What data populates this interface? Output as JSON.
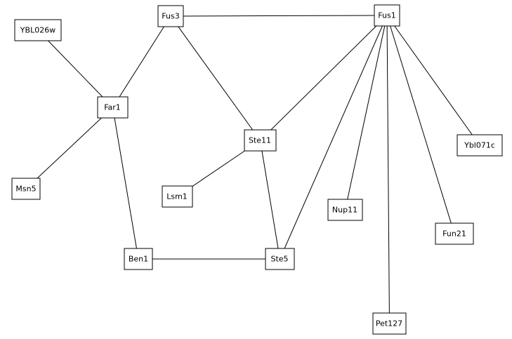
{
  "graph": {
    "nodes": [
      {
        "id": "fus3",
        "label": "Fus3"
      },
      {
        "id": "fus1",
        "label": "Fus1"
      },
      {
        "id": "ybl026w",
        "label": "YBL026w"
      },
      {
        "id": "far1",
        "label": "Far1"
      },
      {
        "id": "ste11",
        "label": "Ste11"
      },
      {
        "id": "ybl071c",
        "label": "Ybl071c"
      },
      {
        "id": "msn5",
        "label": "Msn5"
      },
      {
        "id": "lsm1",
        "label": "Lsm1"
      },
      {
        "id": "nup11",
        "label": "Nup11"
      },
      {
        "id": "fun21",
        "label": "Fun21"
      },
      {
        "id": "ben1",
        "label": "Ben1"
      },
      {
        "id": "ste5",
        "label": "Ste5"
      },
      {
        "id": "pet127",
        "label": "Pet127"
      }
    ],
    "edges": [
      [
        "fus3",
        "fus1"
      ],
      [
        "fus3",
        "far1"
      ],
      [
        "fus3",
        "ste11"
      ],
      [
        "ybl026w",
        "far1"
      ],
      [
        "far1",
        "msn5"
      ],
      [
        "far1",
        "ben1"
      ],
      [
        "fus1",
        "ste11"
      ],
      [
        "fus1",
        "ste5"
      ],
      [
        "fus1",
        "nup11"
      ],
      [
        "fus1",
        "pet127"
      ],
      [
        "fus1",
        "fun21"
      ],
      [
        "fus1",
        "ybl071c"
      ],
      [
        "ste11",
        "lsm1"
      ],
      [
        "ste11",
        "ste5"
      ],
      [
        "ben1",
        "ste5"
      ]
    ]
  }
}
